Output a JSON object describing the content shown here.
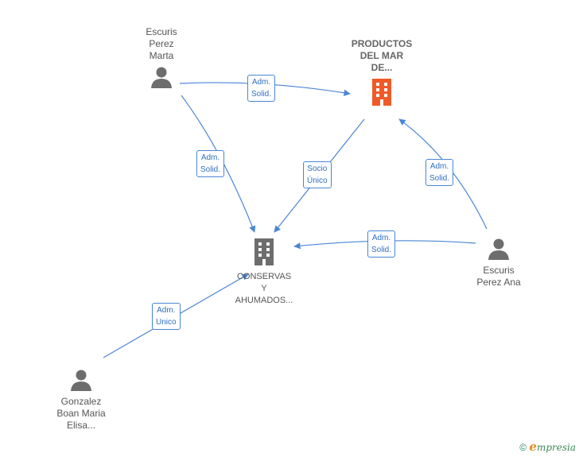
{
  "colors": {
    "edge": "#4a86d4",
    "person_icon": "#6d6d6d",
    "company_main": "#f05a28",
    "company_other": "#6d6d6d"
  },
  "nodes": {
    "productos": {
      "label": "PRODUCTOS\nDEL MAR\nDE...",
      "icon": "building-icon"
    },
    "conservas": {
      "label": "CONSERVAS\nY\nAHUMADOS...",
      "icon": "building-icon"
    },
    "escuris_marta": {
      "label": "Escuris\nPerez\nMarta",
      "icon": "person-icon"
    },
    "escuris_ana": {
      "label": "Escuris\nPerez Ana",
      "icon": "person-icon"
    },
    "gonzalez": {
      "label": "Gonzalez\nBoan Maria\nElisa...",
      "icon": "person-icon"
    }
  },
  "edges": [
    {
      "label": "Adm.\nSolid."
    },
    {
      "label": "Adm.\nSolid."
    },
    {
      "label": "Socio\nÚnico"
    },
    {
      "label": "Adm.\nSolid."
    },
    {
      "label": "Adm.\nSolid."
    },
    {
      "label": "Adm.\nUnico"
    }
  ],
  "footer": {
    "copyright": "©",
    "brand_e": "e",
    "brand_rest": "mpresia"
  }
}
